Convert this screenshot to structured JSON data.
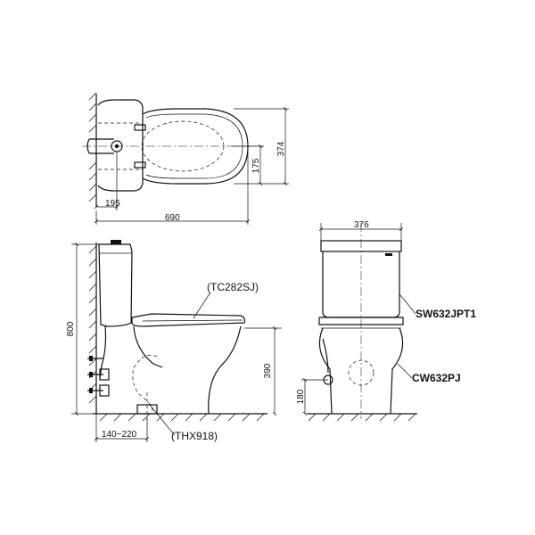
{
  "colors": {
    "line": "#111111",
    "background": "#ffffff"
  },
  "top_view": {
    "dim_wall_to_outlet": "195",
    "dim_overall_length": "690",
    "dim_half_width": "175",
    "dim_width": "374"
  },
  "side_view": {
    "dim_total_height": "800",
    "dim_seat_height": "390",
    "dim_rough_in": "140~220",
    "label_seat_cover": "(TC282SJ)",
    "label_drain": "(THX918)"
  },
  "front_view": {
    "dim_width": "376",
    "dim_supply_height": "180",
    "label_tank": "SW632JPT1",
    "label_bowl": "CW632PJ"
  }
}
